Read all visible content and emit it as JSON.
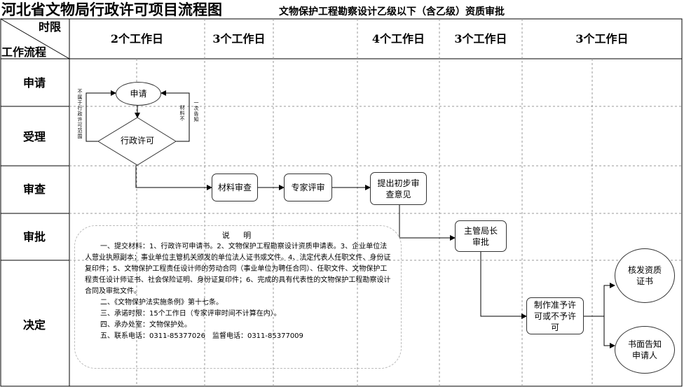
{
  "header": {
    "main_title": "河北省文物局行政许可项目流程图",
    "sub_title": "文物保护工程勘察设计乙级以下（含乙级）资质审批",
    "corner_time": "时限",
    "corner_flow": "工作流程",
    "columns": [
      "2个工作日",
      "3个工作日",
      "4个工作日",
      "3个工作日",
      "3个工作日"
    ]
  },
  "rows": [
    "申请",
    "受理",
    "审查",
    "审批",
    "决定"
  ],
  "nodes": {
    "apply": "申请",
    "admin_permit": "行政许可",
    "material_review": "材料审查",
    "expert_review": "专家评审",
    "initial_opinion": "提出初步审查意见",
    "director_approval": "主管局长审批",
    "decision": "制作准予许可或不予许可",
    "issue_certificate": "核发资质证书",
    "written_notice": "书面告知申请人"
  },
  "loop_labels": {
    "left": "不属于行政许可范围",
    "right_top": "一次告知",
    "right_bottom": "材料不"
  },
  "notes": {
    "title": "说 明",
    "line1": "一、提交材料：1、行政许可申请书。2、文物保护工程勘察设计资质申请表。3、企业单位法人营业执照副本；事业单位主管机关颁发的单位法人证书或文件。4、法定代表人任职文件、身份证复印件；5、文物保护工程责任设计师的劳动合同（事业单位为聘任合同）、任职文件、文物保护工程责任设计师证书、社会保险证明、身份证复印件；6、完成的具有代表性的文物保护工程勘察设计合同及审批文件。",
    "line2": "二、《文物保护法实施条例》第十七条。",
    "line3": "三、承诺时限：15个工作日（专家评审时间不计算在内）。",
    "line4": "四、承办处室：文物保护处。",
    "line5": "五、联系电话：0311-85377026　监督电话：0311-85377009"
  }
}
